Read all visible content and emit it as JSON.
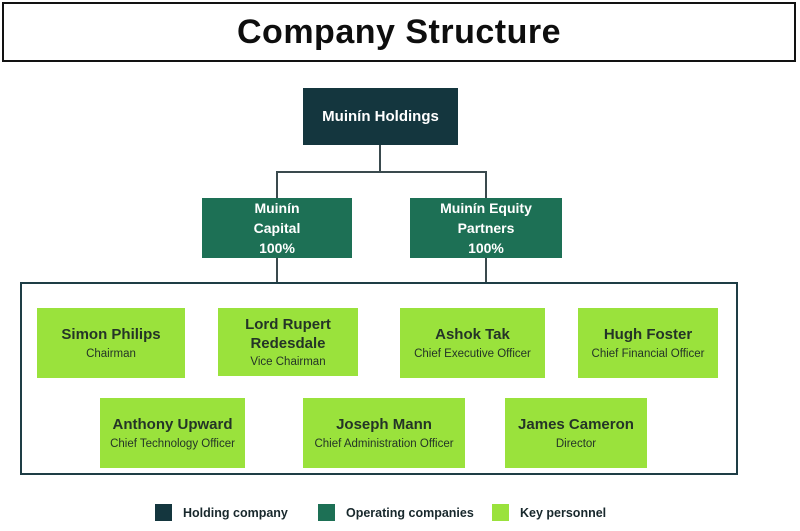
{
  "page_title": "Company Structure",
  "colors": {
    "holding_company": "#14363e",
    "operating_company": "#1d7055",
    "key_personnel": "#9ae23c",
    "connector_line": "#3a4a4e"
  },
  "holding_company": {
    "label": "Muinín Holdings"
  },
  "operating_companies": [
    {
      "label": "Muinín\nCapital\n100%"
    },
    {
      "label": "Muinín Equity\nPartners\n100%"
    }
  ],
  "people": [
    {
      "name": "Simon Philips",
      "title": "Chairman"
    },
    {
      "name": "Lord Rupert Redesdale",
      "title": "Vice Chairman"
    },
    {
      "name": "Ashok Tak",
      "title": "Chief Executive Officer"
    },
    {
      "name": "Hugh Foster",
      "title": "Chief Financial Officer"
    },
    {
      "name": "Anthony Upward",
      "title": "Chief Technology Officer"
    },
    {
      "name": "Joseph Mann",
      "title": "Chief Administration Officer"
    },
    {
      "name": "James Cameron",
      "title": "Director"
    }
  ],
  "legend": {
    "items": [
      {
        "label": "Holding company"
      },
      {
        "label": "Operating companies"
      },
      {
        "label": "Key personnel"
      }
    ]
  }
}
